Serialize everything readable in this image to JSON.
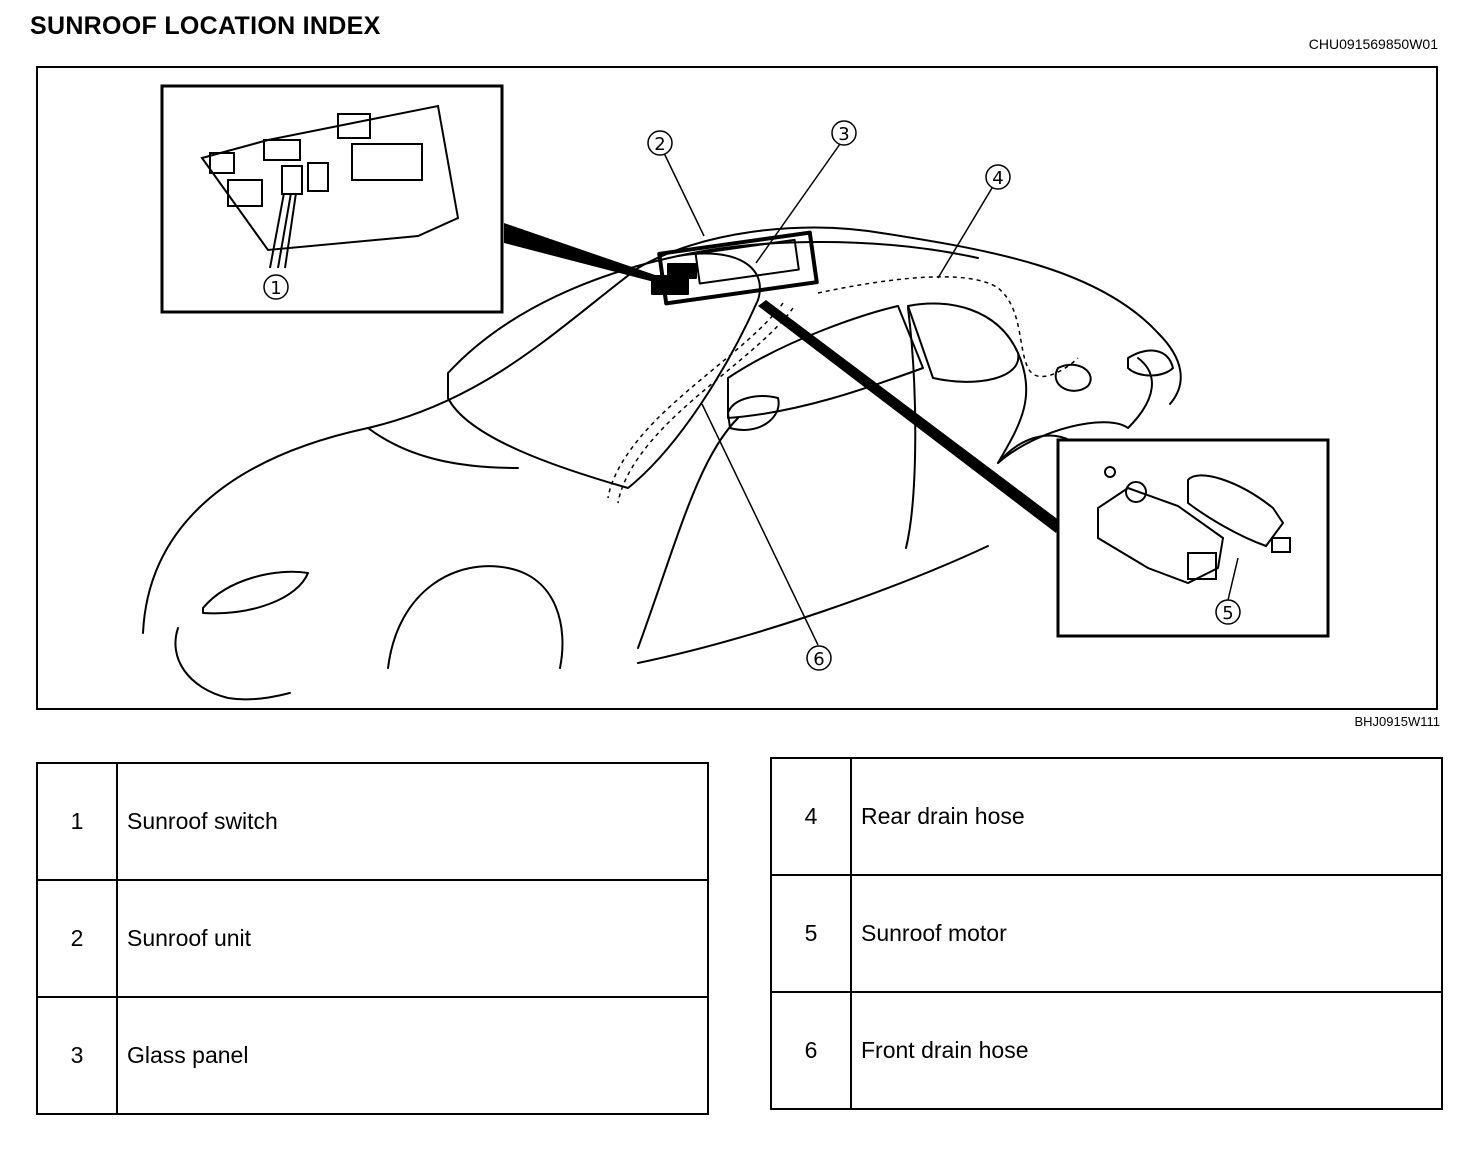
{
  "header": {
    "title": "SUNROOF LOCATION INDEX",
    "doc_code": "CHU091569850W01"
  },
  "figure": {
    "code": "BHJ0915W111",
    "callouts": [
      "1",
      "2",
      "3",
      "4",
      "5",
      "6"
    ]
  },
  "legend": {
    "left": [
      {
        "num": "1",
        "name": "Sunroof switch"
      },
      {
        "num": "2",
        "name": "Sunroof unit"
      },
      {
        "num": "3",
        "name": "Glass panel"
      }
    ],
    "right": [
      {
        "num": "4",
        "name": "Rear drain hose"
      },
      {
        "num": "5",
        "name": "Sunroof motor"
      },
      {
        "num": "6",
        "name": "Front drain hose"
      }
    ]
  }
}
